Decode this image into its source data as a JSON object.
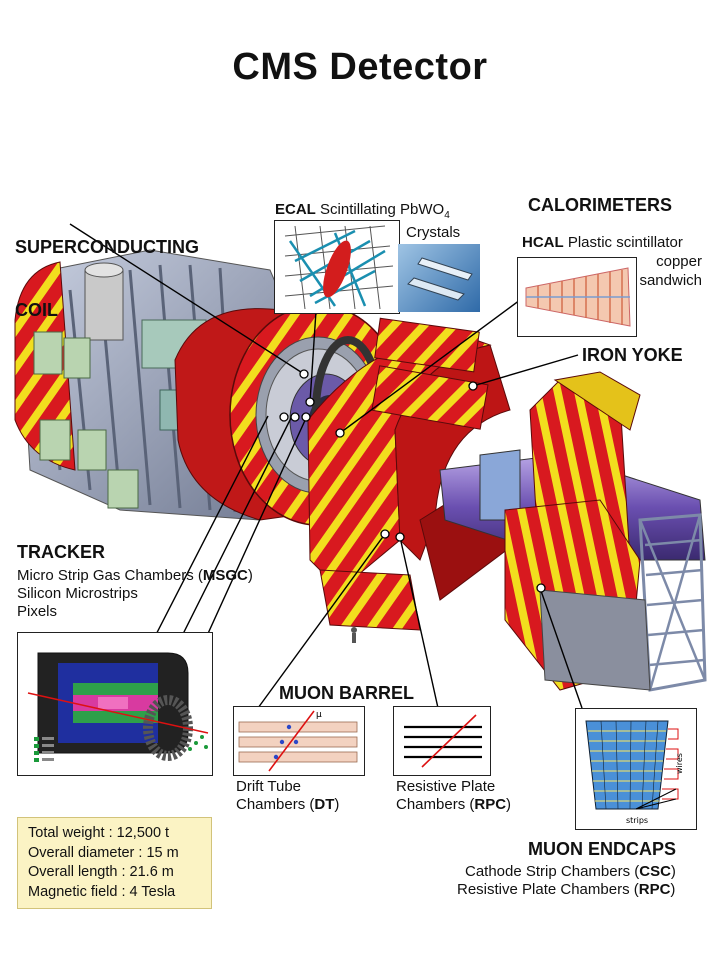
{
  "title": "CMS Detector",
  "labels": {
    "coil": [
      "SUPERCONDUCTING",
      "COIL"
    ],
    "ecal": {
      "abbr": "ECAL",
      "text": "Scintillating PbWO",
      "sub": "4",
      "line2": "Crystals"
    },
    "calorimeters": "CALORIMETERS",
    "hcal": {
      "abbr": "HCAL",
      "text": "Plastic scintillator",
      "line2": "copper",
      "line3": "sandwich"
    },
    "iron_yoke": "IRON YOKE",
    "tracker": {
      "heading": "TRACKER",
      "line1_pre": "Micro Strip Gas Chambers (",
      "line1_bold": "MSGC",
      "line1_post": ")",
      "line2": "Silicon Microstrips",
      "line3": "Pixels"
    },
    "muon_barrel": "MUON BARREL",
    "dt": {
      "line1": "Drift Tube",
      "line2_pre": "Chambers (",
      "line2_bold": "DT",
      "line2_post": ")"
    },
    "rpc_barrel": {
      "line1": "Resistive Plate",
      "line2_pre": "Chambers (",
      "line2_bold": "RPC",
      "line2_post": ")"
    },
    "muon_endcaps": {
      "heading": "MUON ENDCAPS",
      "line1_pre": "Cathode Strip Chambers (",
      "line1_bold": "CSC",
      "line1_post": ")",
      "line2_pre": "Resistive Plate Chambers (",
      "line2_bold": "RPC",
      "line2_post": ")"
    },
    "csc_inset": {
      "wires": "wires",
      "strips": "strips"
    },
    "dt_inset": {
      "mu": "μ"
    }
  },
  "stats": [
    "Total weight : 12,500 t",
    "Overall diameter : 15 m",
    "Overall length : 21.6 m",
    "Magnetic field : 4 Tesla"
  ],
  "colors": {
    "red": "#d8191f",
    "yellow": "#f2de1e",
    "steel": "#9aa3b8",
    "purple": "#7b63b0",
    "stats_bg": "#fbf3c4"
  }
}
